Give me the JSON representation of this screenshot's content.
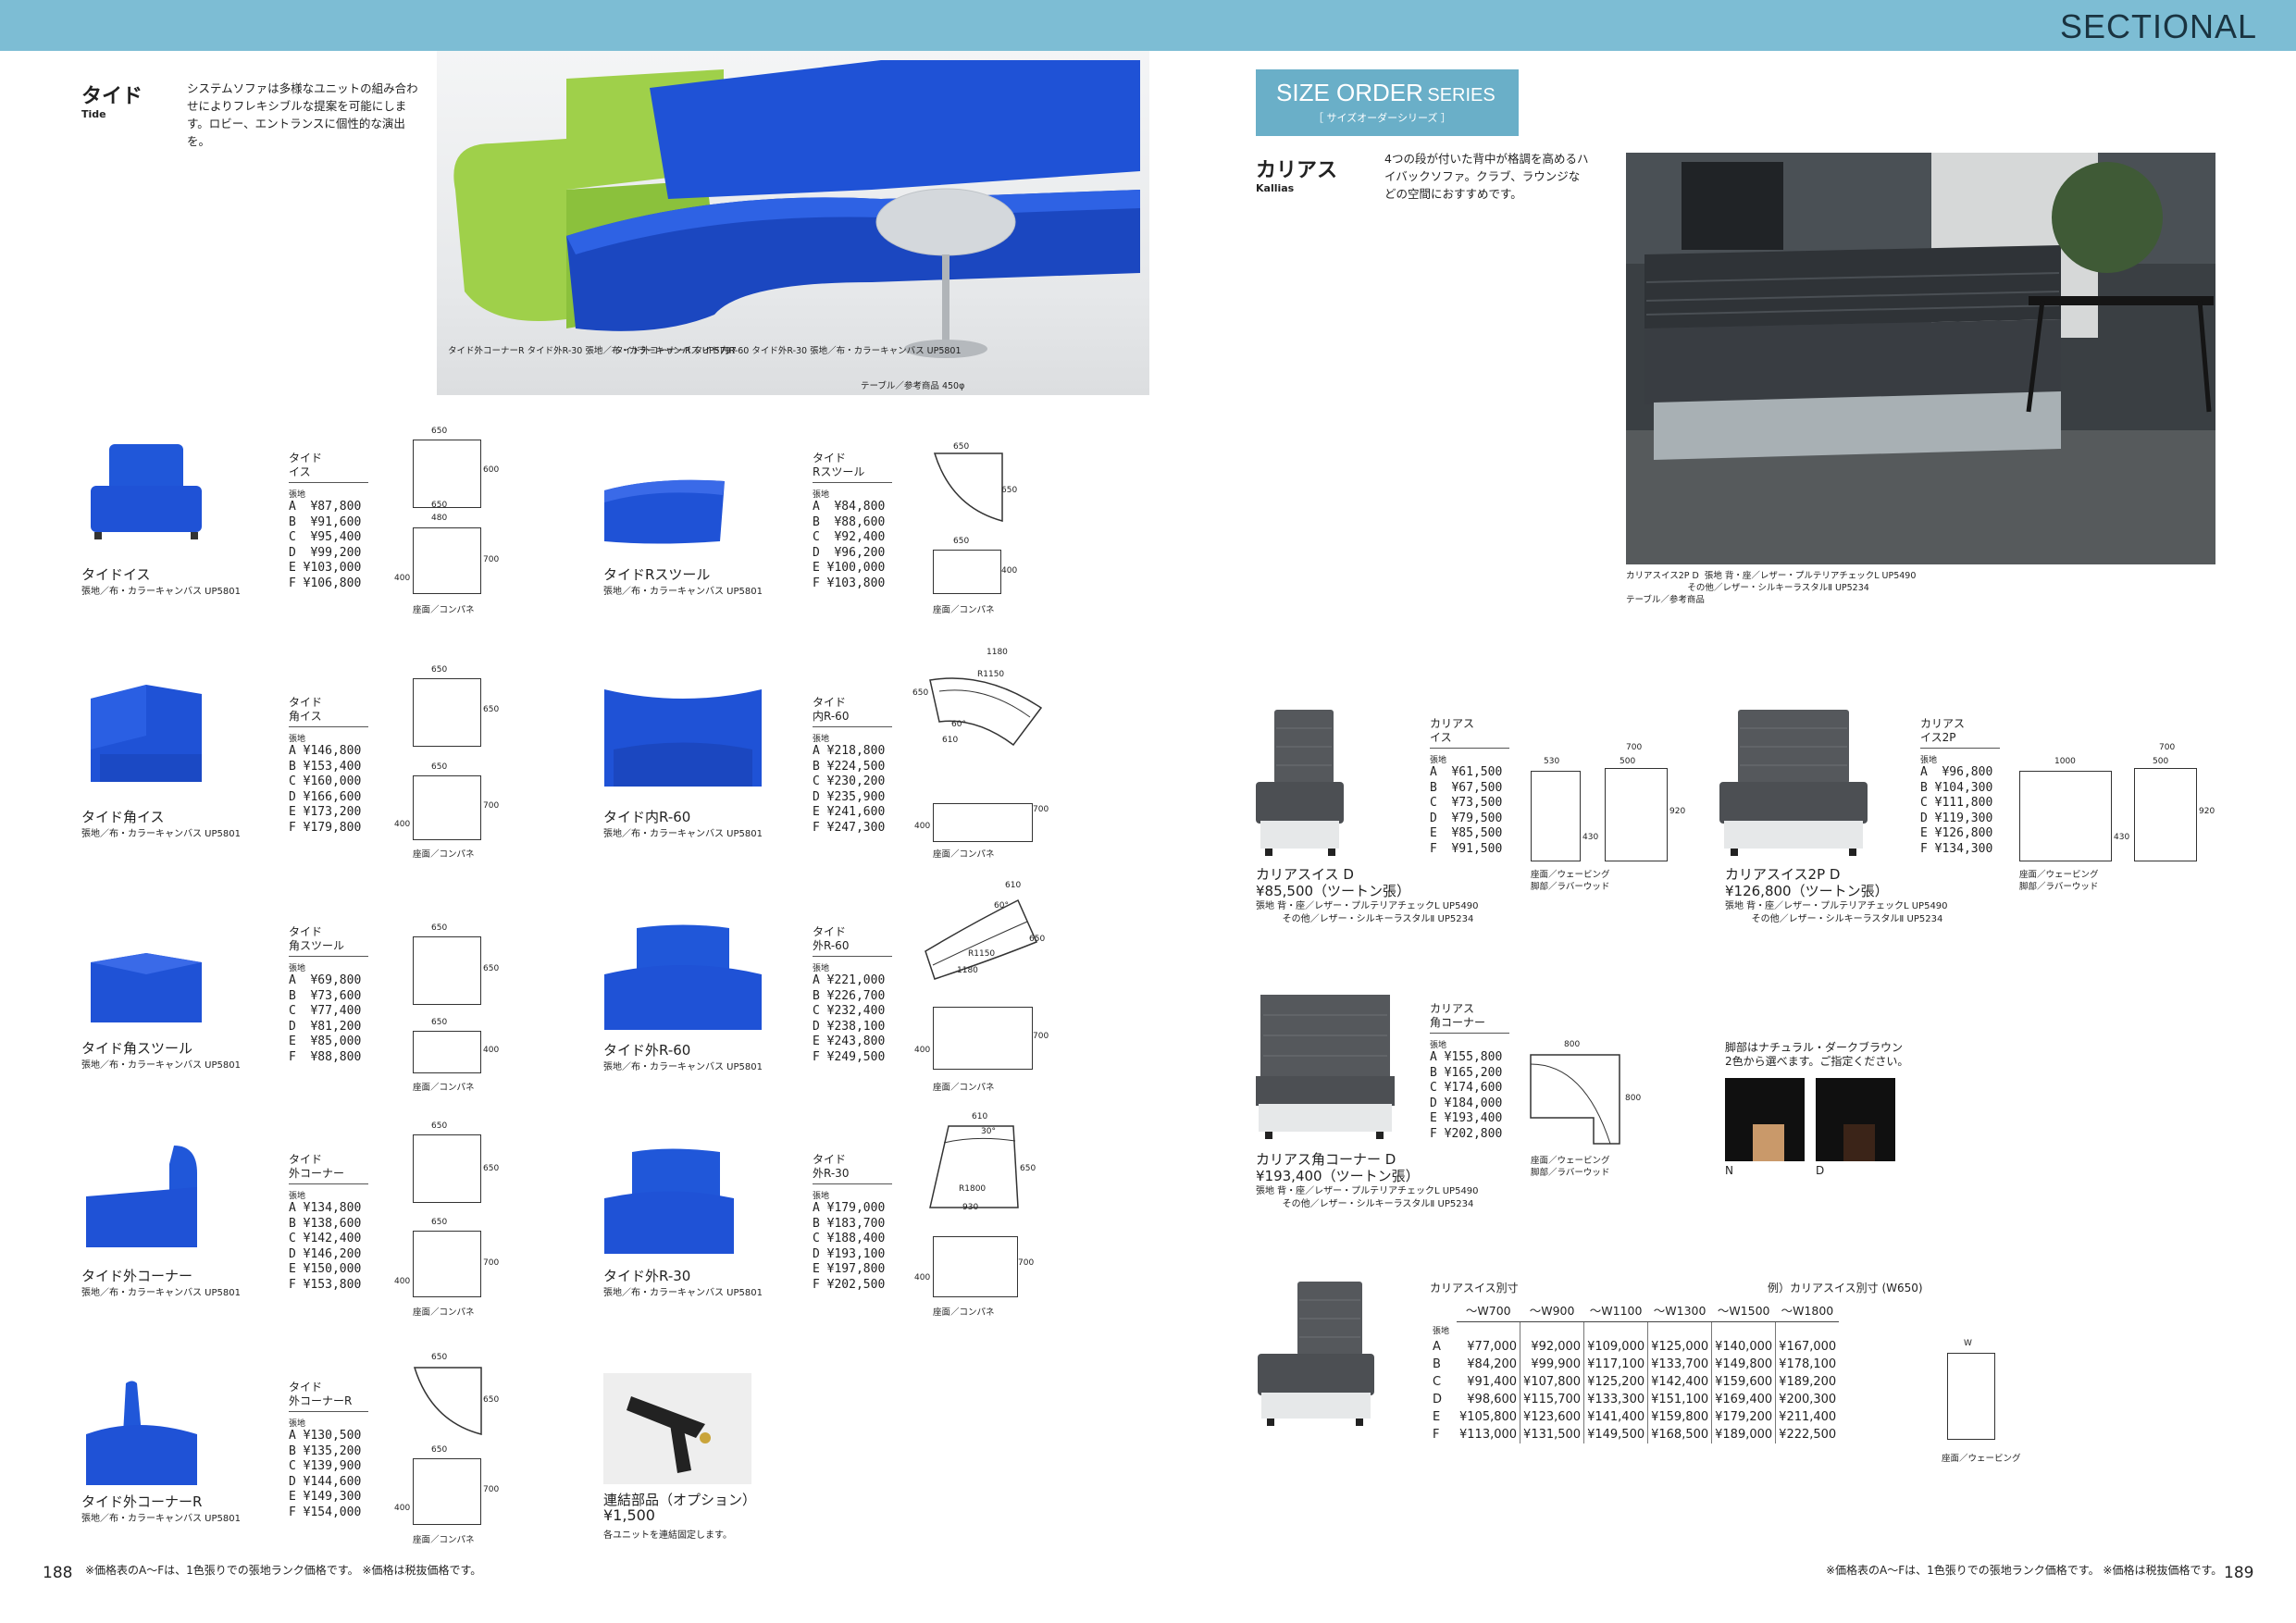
{
  "header": {
    "section": "SECTIONAL"
  },
  "left": {
    "title": "タイド",
    "title_en": "Tide",
    "desc": "システムソファは多様なユニットの組み合わせによりフレキシブルな提案を可能にします。ロビー、エントランスに個性的な演出を。",
    "photo_captions": [
      "タイド外コーナーR\nタイド外R-30\n張地／布・カラーキャンバス UP5797",
      "タイド外コーナーR\nタイド内R-60\nタイド外R-30\n張地／布・カラーキャンバス UP5801",
      "テーブル／参考商品 450φ"
    ],
    "hari_label": "張地",
    "plan_caption": "座面／コンパネ",
    "products": [
      {
        "name": "タイドイス",
        "label": "タイド\nイス",
        "material": "張地／布・カラーキャンバス UP5801",
        "prices": "A  ¥87,800\nB  ¥91,600\nC  ¥95,400\nD  ¥99,200\nE ¥103,000\nF ¥106,800",
        "dims": [
          "650",
          "600",
          "650",
          "480",
          "700",
          "400"
        ]
      },
      {
        "name": "タイドRスツール",
        "label": "タイド\nRスツール",
        "material": "張地／布・カラーキャンバス UP5801",
        "prices": "A  ¥84,800\nB  ¥88,600\nC  ¥92,400\nD  ¥96,200\nE ¥100,000\nF ¥103,800",
        "dims": [
          "650",
          "650",
          "650",
          "400"
        ]
      },
      {
        "name": "タイド角イス",
        "label": "タイド\n角イス",
        "material": "張地／布・カラーキャンバス UP5801",
        "prices": "A ¥146,800\nB ¥153,400\nC ¥160,000\nD ¥166,600\nE ¥173,200\nF ¥179,800",
        "dims": [
          "650",
          "650",
          "650",
          "700",
          "400"
        ]
      },
      {
        "name": "タイド内R-60",
        "label": "タイド\n内R-60",
        "material": "張地／布・カラーキャンバス UP5801",
        "prices": "A ¥218,800\nB ¥224,500\nC ¥230,200\nD ¥235,900\nE ¥241,600\nF ¥247,300",
        "dims": [
          "1180",
          "R1150",
          "650",
          "60°",
          "610",
          "400",
          "700"
        ]
      },
      {
        "name": "タイド角スツール",
        "label": "タイド\n角スツール",
        "material": "張地／布・カラーキャンバス UP5801",
        "prices": "A  ¥69,800\nB  ¥73,600\nC  ¥77,400\nD  ¥81,200\nE  ¥85,000\nF  ¥88,800",
        "dims": [
          "650",
          "650",
          "650",
          "400"
        ]
      },
      {
        "name": "タイド外R-60",
        "label": "タイド\n外R-60",
        "material": "張地／布・カラーキャンバス UP5801",
        "prices": "A ¥221,000\nB ¥226,700\nC ¥232,400\nD ¥238,100\nE ¥243,800\nF ¥249,500",
        "dims": [
          "610",
          "60°",
          "650",
          "R1150",
          "1180",
          "400",
          "700"
        ]
      },
      {
        "name": "タイド外コーナー",
        "label": "タイド\n外コーナー",
        "material": "張地／布・カラーキャンバス UP5801",
        "prices": "A ¥134,800\nB ¥138,600\nC ¥142,400\nD ¥146,200\nE ¥150,000\nF ¥153,800",
        "dims": [
          "650",
          "650",
          "650",
          "700",
          "400"
        ]
      },
      {
        "name": "タイド外R-30",
        "label": "タイド\n外R-30",
        "material": "張地／布・カラーキャンバス UP5801",
        "prices": "A ¥179,000\nB ¥183,700\nC ¥188,400\nD ¥193,100\nE ¥197,800\nF ¥202,500",
        "dims": [
          "610",
          "30°",
          "650",
          "R1800",
          "930",
          "400",
          "700"
        ]
      },
      {
        "name": "タイド外コーナーR",
        "label": "タイド\n外コーナーR",
        "material": "張地／布・カラーキャンバス UP5801",
        "prices": "A ¥130,500\nB ¥135,200\nC ¥139,900\nD ¥144,600\nE ¥149,300\nF ¥154,000",
        "dims": [
          "650",
          "650",
          "650",
          "700",
          "400"
        ]
      }
    ],
    "option": {
      "title": "連結部品（オプション）",
      "price": "¥1,500",
      "note": "各ユニットを連結固定します。"
    },
    "footnote": "※価格表のA〜Fは、1色張りでの張地ランク価格です。 ※価格は税抜価格です。",
    "page": "188"
  },
  "right": {
    "series_title_a": "SIZE ORDER",
    "series_title_b": "SERIES",
    "series_sub": "［ サイズオーダーシリーズ ］",
    "title": "カリアス",
    "title_en": "Kallias",
    "desc": "4つの段が付いた背中が格調を高めるハイバックソファ。クラブ、ラウンジなどの空間におすすめです。",
    "photo_caption": "カリアスイス2P D  張地 背・座／レザー・プルテリアチェックL UP5490\n                      その他／レザー・シルキーラスタルⅡ UP5234\nテーブル／参考商品",
    "hari_label": "張地",
    "plan_caption": "座面／ウェービング\n脚部／ラバーウッド",
    "products": [
      {
        "name": "カリアスイス D",
        "price": "¥85,500（ツートン張）",
        "material": "張地 背・座／レザー・プルテリアチェックL UP5490\n         その他／レザー・シルキーラスタルⅡ UP5234",
        "label": "カリアス\nイス",
        "prices": "A  ¥61,500\nB  ¥67,500\nC  ¥73,500\nD  ¥79,500\nE  ¥85,500\nF  ¥91,500",
        "dims": [
          "530",
          "700",
          "500",
          "430",
          "920"
        ]
      },
      {
        "name": "カリアスイス2P D",
        "price": "¥126,800（ツートン張）",
        "material": "張地 背・座／レザー・プルテリアチェックL UP5490\n         その他／レザー・シルキーラスタルⅡ UP5234",
        "label": "カリアス\nイス2P",
        "prices": "A  ¥96,800\nB ¥104,300\nC ¥111,800\nD ¥119,300\nE ¥126,800\nF ¥134,300",
        "dims": [
          "1000",
          "700",
          "500",
          "430",
          "920"
        ]
      },
      {
        "name": "カリアス角コーナー D",
        "price": "¥193,400（ツートン張）",
        "material": "張地 背・座／レザー・プルテリアチェックL UP5490\n         その他／レザー・シルキーラスタルⅡ UP5234",
        "label": "カリアス\n角コーナー",
        "prices": "A ¥155,800\nB ¥165,200\nC ¥174,600\nD ¥184,000\nE ¥193,400\nF ¥202,800",
        "dims": [
          "800",
          "800"
        ]
      }
    ],
    "leg_note": "脚部はナチュラル・ダークブラウン\n2色から選べます。ご指定ください。",
    "leg_options": [
      "N",
      "D"
    ],
    "size_table": {
      "title": "カリアスイス別寸",
      "example": "例）カリアスイス別寸 (W650)",
      "headers": [
        "〜W700",
        "〜W900",
        "〜W1100",
        "〜W1300",
        "〜W1500",
        "〜W1800"
      ],
      "rows": [
        {
          "rank": "A",
          "values": [
            "¥77,000",
            "¥92,000",
            "¥109,000",
            "¥125,000",
            "¥140,000",
            "¥167,000"
          ]
        },
        {
          "rank": "B",
          "values": [
            "¥84,200",
            "¥99,900",
            "¥117,100",
            "¥133,700",
            "¥149,800",
            "¥178,100"
          ]
        },
        {
          "rank": "C",
          "values": [
            "¥91,400",
            "¥107,800",
            "¥125,200",
            "¥142,400",
            "¥159,600",
            "¥189,200"
          ]
        },
        {
          "rank": "D",
          "values": [
            "¥98,600",
            "¥115,700",
            "¥133,300",
            "¥151,100",
            "¥169,400",
            "¥200,300"
          ]
        },
        {
          "rank": "E",
          "values": [
            "¥105,800",
            "¥123,600",
            "¥141,400",
            "¥159,800",
            "¥179,200",
            "¥211,400"
          ]
        },
        {
          "rank": "F",
          "values": [
            "¥113,000",
            "¥131,500",
            "¥149,500",
            "¥168,500",
            "¥189,000",
            "¥222,500"
          ]
        }
      ],
      "w_label": "W",
      "plan_caption": "座面／ウェービング"
    },
    "footnote": "※価格表のA〜Fは、1色張りでの張地ランク価格です。 ※価格は税抜価格です。",
    "page": "189"
  },
  "colors": {
    "accent": "#7dbdd4",
    "sofa_blue": "#1f52d6",
    "sofa_green": "#9fd04a",
    "kallias_gray": "#55585c"
  }
}
